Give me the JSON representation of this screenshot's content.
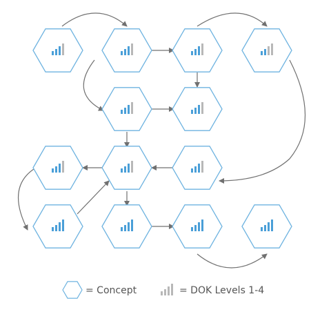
{
  "nodes": [
    {
      "id": "r1c1",
      "dok": 3
    },
    {
      "id": "r1c2",
      "dok": 3
    },
    {
      "id": "r1c3",
      "dok": 3
    },
    {
      "id": "r1c4",
      "dok": 2
    },
    {
      "id": "r2c2",
      "dok": 3
    },
    {
      "id": "r2c3",
      "dok": 3
    },
    {
      "id": "r3c1",
      "dok": 3
    },
    {
      "id": "r3c2",
      "dok": 3
    },
    {
      "id": "r3c3",
      "dok": 3
    },
    {
      "id": "r4c1",
      "dok": 4
    },
    {
      "id": "r4c2",
      "dok": 4
    },
    {
      "id": "r4c3",
      "dok": 4
    },
    {
      "id": "r4c4",
      "dok": 4
    }
  ],
  "edges": [
    {
      "from": "r1c1",
      "to": "r1c2",
      "style": "curved"
    },
    {
      "from": "r1c2",
      "to": "r1c3",
      "style": "straight"
    },
    {
      "from": "r1c3",
      "to": "r1c4",
      "style": "curved"
    },
    {
      "from": "r1c2",
      "to": "r2c2",
      "style": "curved"
    },
    {
      "from": "r1c3",
      "to": "r2c3",
      "style": "straight"
    },
    {
      "from": "r2c2",
      "to": "r2c3",
      "style": "straight"
    },
    {
      "from": "r2c2",
      "to": "r3c2",
      "style": "straight"
    },
    {
      "from": "r1c4",
      "to": "r3c3",
      "style": "curved"
    },
    {
      "from": "r3c3",
      "to": "r3c2",
      "style": "straight"
    },
    {
      "from": "r3c2",
      "to": "r3c1",
      "style": "straight"
    },
    {
      "from": "r3c1",
      "to": "r4c1",
      "style": "curved"
    },
    {
      "from": "r4c1",
      "to": "r3c2",
      "style": "straight"
    },
    {
      "from": "r3c2",
      "to": "r4c2",
      "style": "straight"
    },
    {
      "from": "r4c2",
      "to": "r4c3",
      "style": "straight"
    },
    {
      "from": "r4c3",
      "to": "r4c4",
      "style": "curved"
    }
  ],
  "colors": {
    "hex_stroke": "#6eb3e0",
    "bar_active": "#4a9fd8",
    "bar_inactive": "#b8b8b8",
    "arrow": "#707070",
    "legend_text": "#555555"
  },
  "legend": {
    "concept_label": "= Concept",
    "dok_label": "= DOK Levels 1-4",
    "concept_icon": "hexagon-icon",
    "dok_icon": "dok-bars-icon"
  }
}
